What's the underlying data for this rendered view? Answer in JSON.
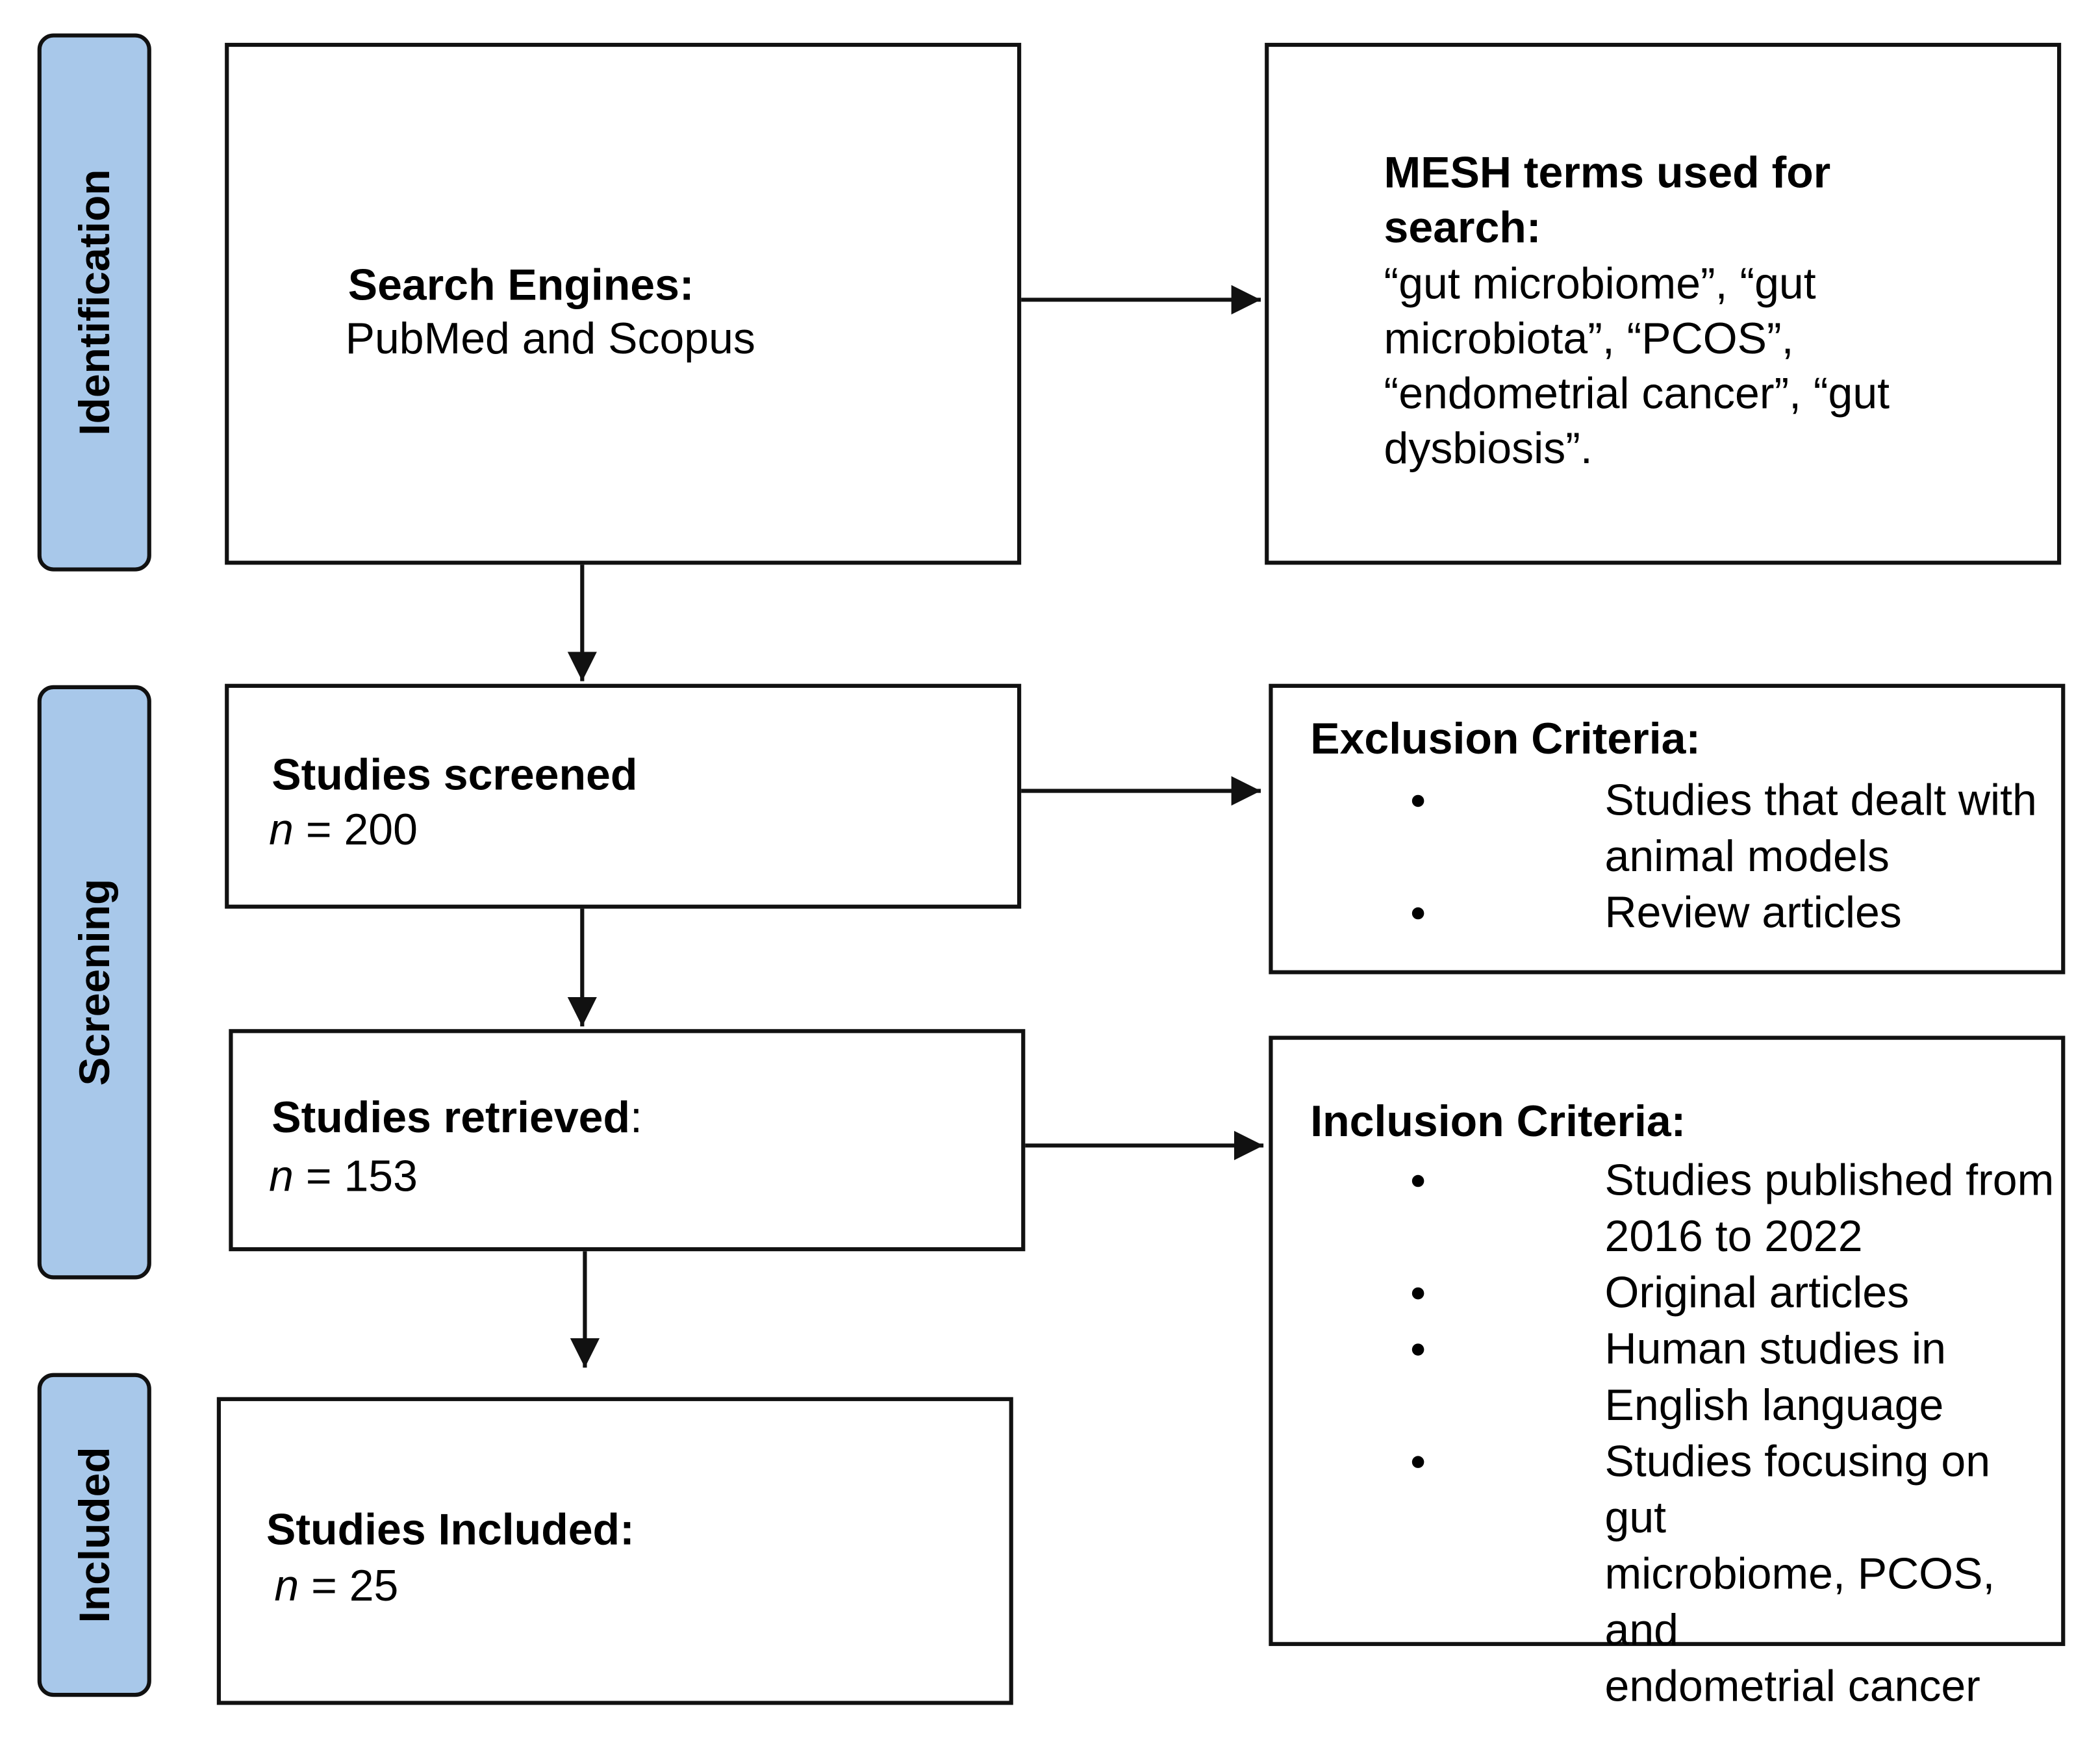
{
  "phases": {
    "identification": "Identification",
    "screening": "Screening",
    "included": "Included"
  },
  "search_engines": {
    "label": "Search Engines:",
    "value": "PubMed and Scopus"
  },
  "mesh_terms": {
    "label_line1": "MESH terms used for",
    "label_line2": "search:",
    "lines": [
      "“gut microbiome”, “gut",
      "microbiota”, “PCOS”,",
      "“endometrial cancer”, “gut",
      "dysbiosis”."
    ]
  },
  "screened": {
    "label": "Studies screened",
    "n": "n",
    "value": " = 200"
  },
  "retrieved": {
    "label": "Studies retrieved",
    "colon": ":",
    "n": "n",
    "value": " = 153"
  },
  "included_box": {
    "label": "Studies Included:",
    "n": "n",
    "value": " = 25"
  },
  "exclusion": {
    "title": "Exclusion Criteria:",
    "items": [
      [
        "Studies that dealt with",
        "animal models"
      ],
      [
        "Review articles"
      ]
    ]
  },
  "inclusion": {
    "title": "Inclusion Criteria:",
    "items": [
      [
        "Studies published from",
        "2016 to 2022"
      ],
      [
        "Original articles"
      ],
      [
        "Human studies in",
        "English language"
      ],
      [
        "Studies focusing on gut",
        "microbiome, PCOS, and",
        "endometrial cancer"
      ]
    ]
  }
}
